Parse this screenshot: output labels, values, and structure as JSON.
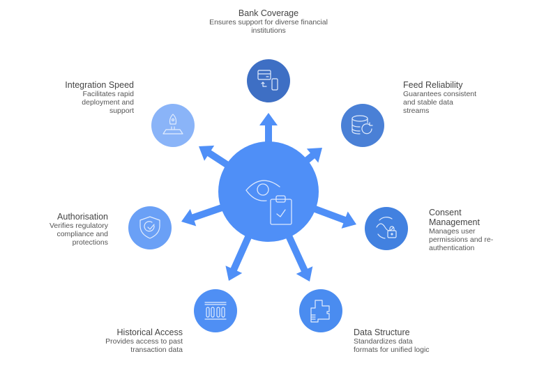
{
  "colors": {
    "center": "#4f8ff7",
    "arrow": "#4f8ff7",
    "text": "#555555"
  },
  "center": {
    "icon": "eye-clipboard-check-icon"
  },
  "nodes": [
    {
      "id": "bank-coverage",
      "title": "Bank Coverage",
      "desc": "Ensures support for diverse financial institutions",
      "icon": "card-phone-transfer-icon",
      "color": "#3e6fc4"
    },
    {
      "id": "feed-reliability",
      "title": "Feed Reliability",
      "desc": "Guarantees consistent and stable data streams",
      "icon": "database-refresh-icon",
      "color": "#4a80d6"
    },
    {
      "id": "consent-management",
      "title": "Consent Management",
      "desc": "Manages user permissions and re-authentication",
      "icon": "lock-cycle-icon",
      "color": "#4281e0"
    },
    {
      "id": "data-structure",
      "title": "Data Structure",
      "desc": "Standardizes data formats for unified logic",
      "icon": "puzzle-blocks-icon",
      "color": "#4a8cf0"
    },
    {
      "id": "historical-access",
      "title": "Historical Access",
      "desc": "Provides access to past transaction data",
      "icon": "archive-columns-icon",
      "color": "#4f8ff4"
    },
    {
      "id": "authorisation",
      "title": "Authorisation",
      "desc": "Verifies regulatory compliance and protections",
      "icon": "shield-check-icon",
      "color": "#6aa0f6"
    },
    {
      "id": "integration-speed",
      "title": "Integration Speed",
      "desc": "Facilitates rapid deployment and support",
      "icon": "rocket-launch-icon",
      "color": "#8ab4f8"
    }
  ]
}
